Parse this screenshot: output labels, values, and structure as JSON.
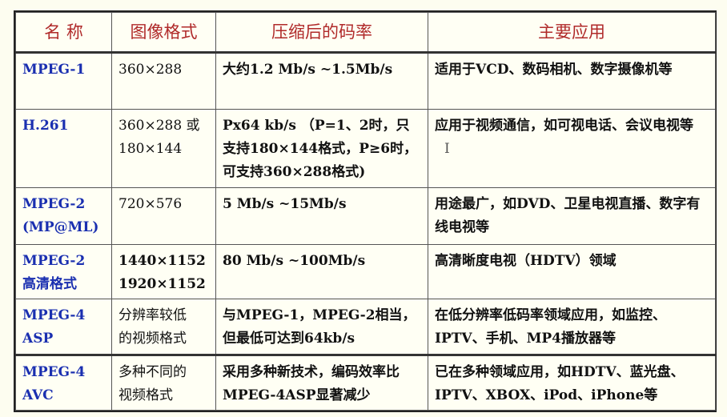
{
  "table": {
    "headers": [
      "名 称",
      "图像格式",
      "压缩后的码率",
      "主要应用"
    ],
    "rows": [
      {
        "name": [
          "MPEG-1"
        ],
        "format": [
          "360×288"
        ],
        "bitrate": "大约1.2 Mb/s ~1.5Mb/s",
        "application": "适用于VCD、数码相机、数字摄像机等"
      },
      {
        "name": [
          "H.261"
        ],
        "format": [
          "360×288 或",
          "180×144"
        ],
        "bitrate": "Px64 kb/s （P=1、2时，只支持180×144格式，P≥6时，可支持360×288格式)",
        "application": "应用于视频通信，如可视电话、会议电视等"
      },
      {
        "name": [
          "MPEG-2",
          "(MP@ML)"
        ],
        "format": [
          "720×576"
        ],
        "bitrate": "5 Mb/s ~15Mb/s",
        "application": "用途最广，如DVD、卫星电视直播、数字有线电视等"
      },
      {
        "name": [
          "MPEG-2",
          "高清格式"
        ],
        "format": [
          "1440×1152",
          "1920×1152"
        ],
        "bitrate": "80 Mb/s ~100Mb/s",
        "application": "高清晰度电视（HDTV）领域"
      },
      {
        "name": [
          "MPEG-4",
          "ASP"
        ],
        "format": [
          "分辨率较低",
          "的视频格式"
        ],
        "bitrate": "与MPEG-1，MPEG-2相当，但最低可达到64kb/s",
        "application": "在低分辨率低码率领域应用，如监控、IPTV、手机、MP4播放器等"
      },
      {
        "name": [
          "MPEG-4",
          "AVC"
        ],
        "format": [
          "多种不同的",
          "视频格式"
        ],
        "bitrate": "采用多种新技术，编码效率比MPEG-4ASP显著减少",
        "application": "已在多种领域应用，如HDTV、蓝光盘、IPTV、XBOX、iPod、iPhone等"
      }
    ]
  }
}
